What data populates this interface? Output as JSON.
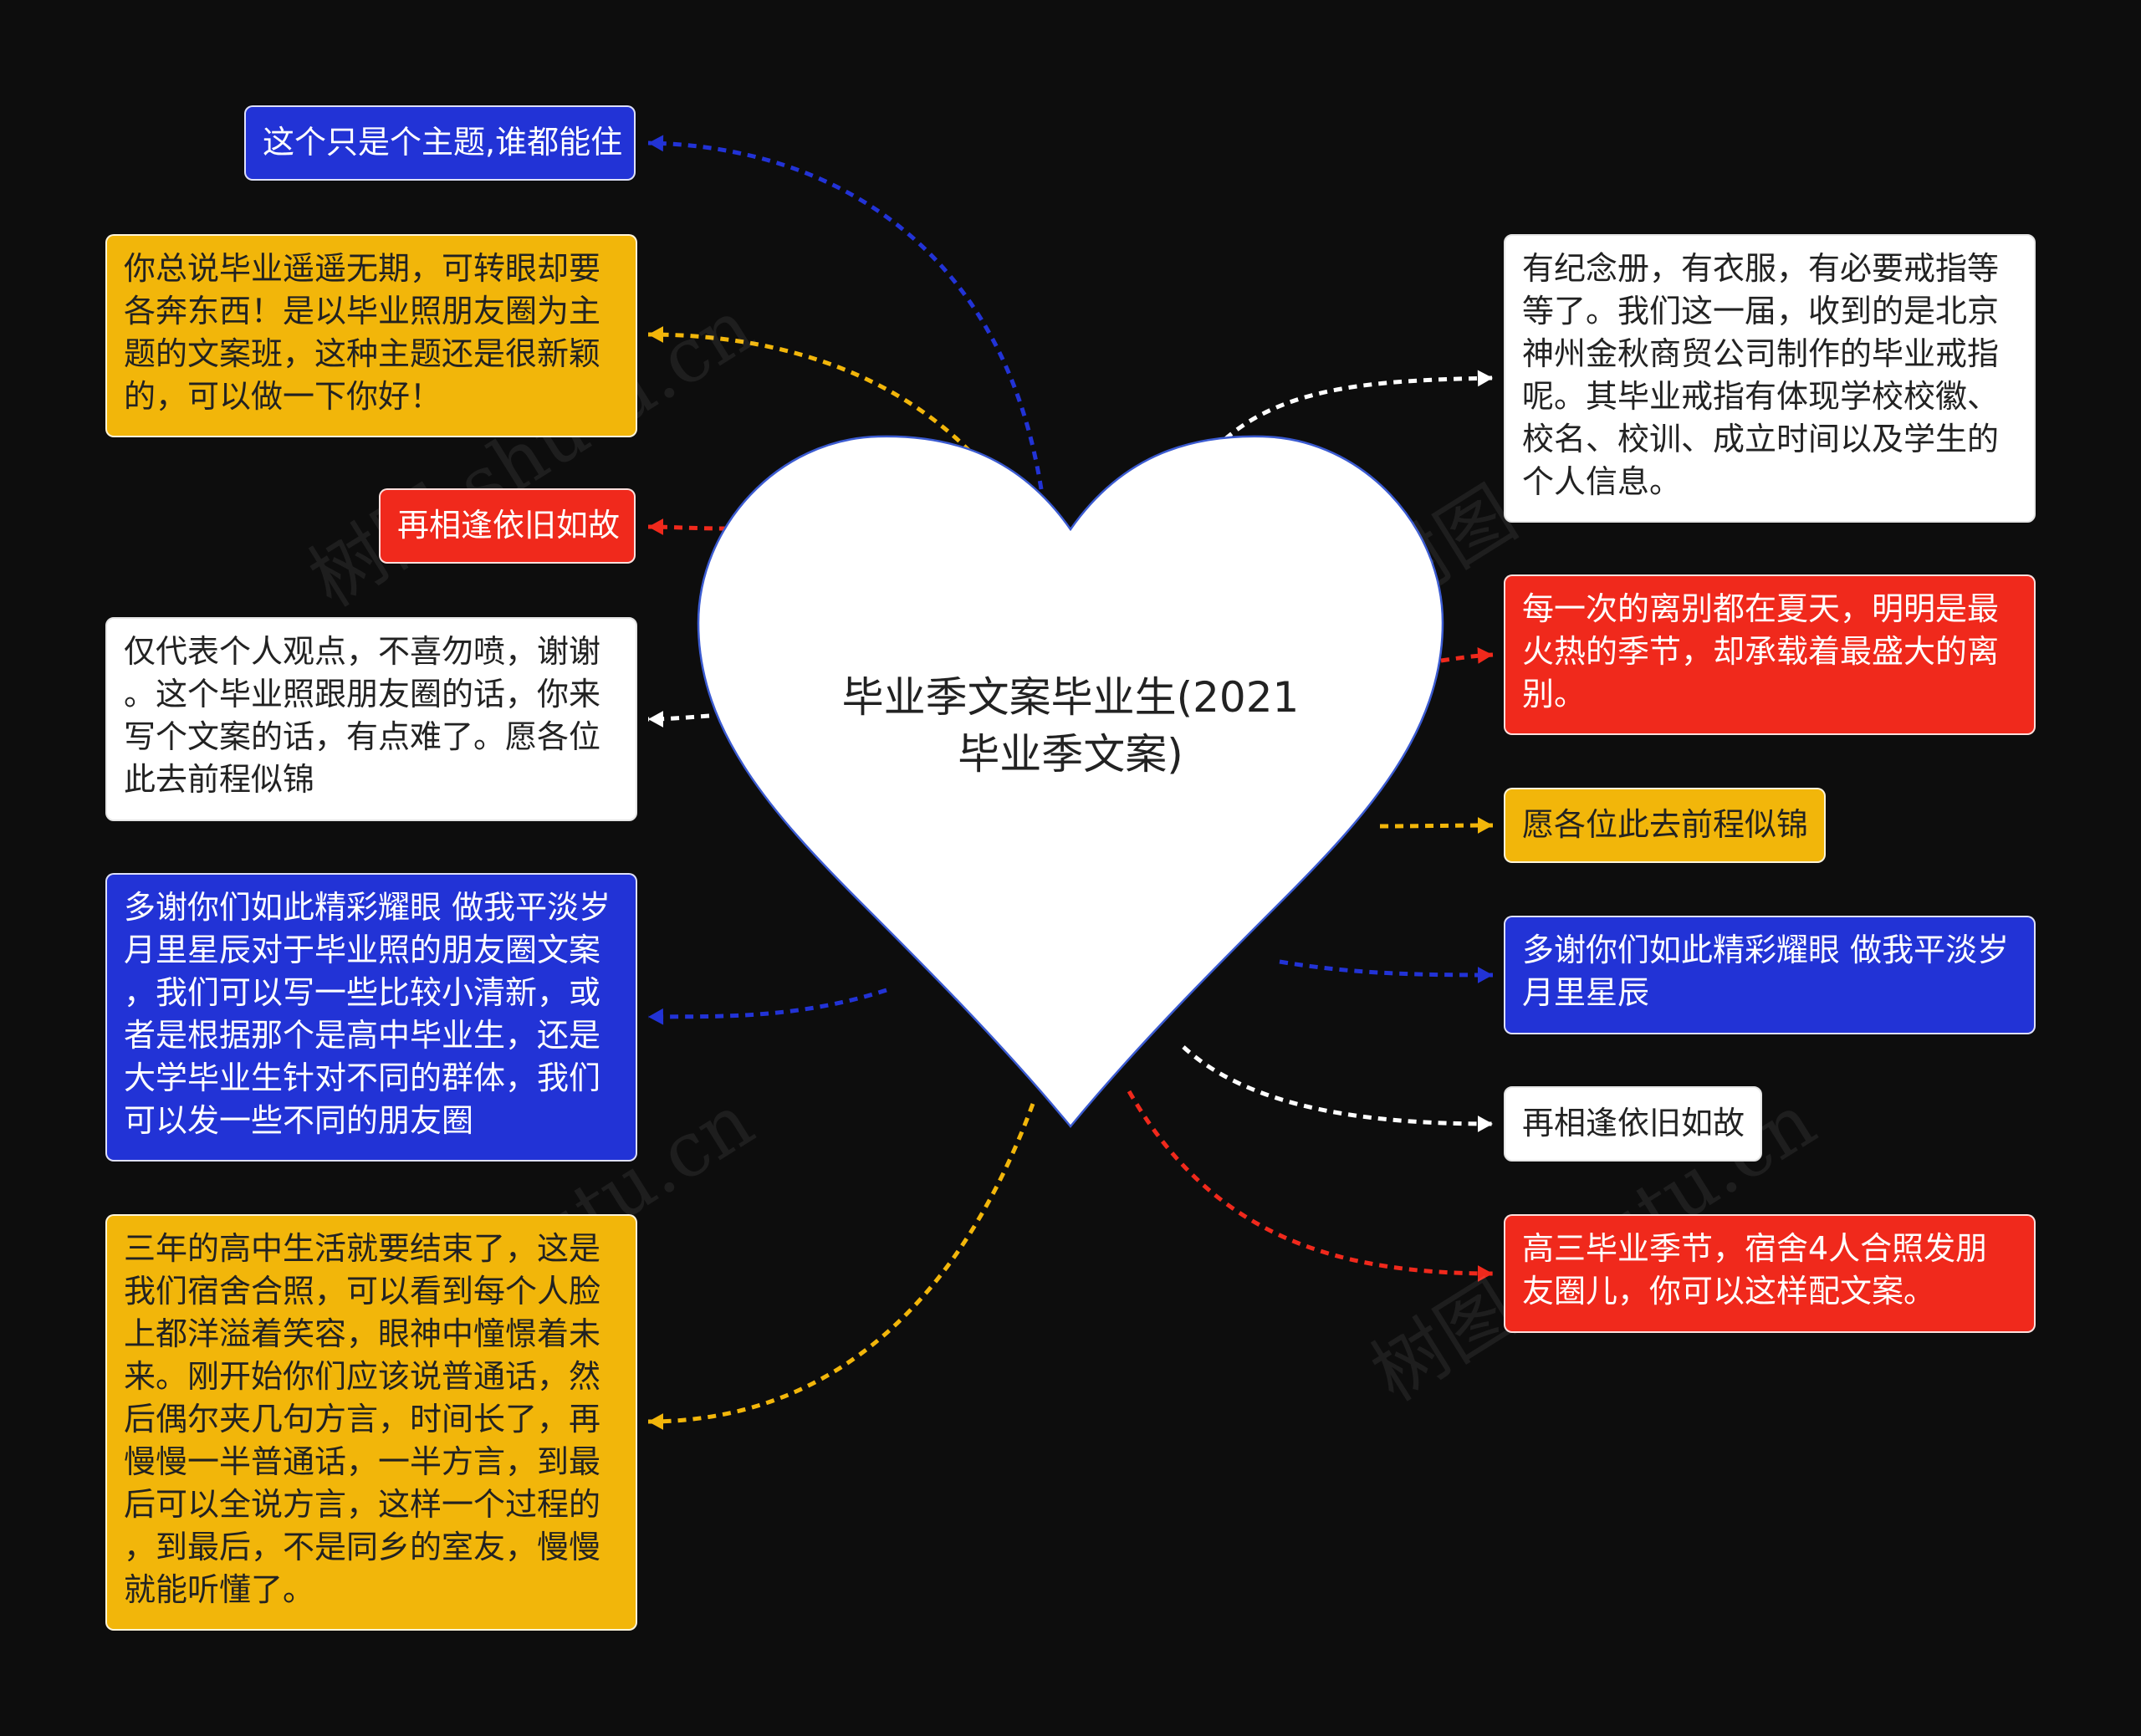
{
  "center": {
    "title": "毕业季文案毕业生(2021\n毕业季文案)"
  },
  "watermark": "树图 shutu.cn",
  "colors": {
    "blue": "#2233d6",
    "yellow": "#f2b60a",
    "red": "#f0291c",
    "white": "#ffffff",
    "background": "#0d0d0d"
  },
  "left_nodes": [
    {
      "id": "l1",
      "color": "blue",
      "text": "这个只是个主题,谁都能住"
    },
    {
      "id": "l2",
      "color": "yellow",
      "text": "你总说毕业遥遥无期，可转眼却要\n各奔东西！是以毕业照朋友圈为主\n题的文案班，这种主题还是很新颖\n的，可以做一下你好！"
    },
    {
      "id": "l3",
      "color": "red",
      "text": "再相逢依旧如故"
    },
    {
      "id": "l4",
      "color": "white",
      "text": "仅代表个人观点，不喜勿喷，谢谢\n。这个毕业照跟朋友圈的话，你来\n写个文案的话，有点难了。愿各位\n此去前程似锦"
    },
    {
      "id": "l5",
      "color": "blue",
      "text": "多谢你们如此精彩耀眼 做我平淡岁\n月里星辰对于毕业照的朋友圈文案\n，我们可以写一些比较小清新，或\n者是根据那个是高中毕业生，还是\n大学毕业生针对不同的群体，我们\n可以发一些不同的朋友圈"
    },
    {
      "id": "l6",
      "color": "yellow",
      "text": "三年的高中生活就要结束了，这是\n我们宿舍合照，可以看到每个人脸\n上都洋溢着笑容，眼神中憧憬着未\n来。刚开始你们应该说普通话，然\n后偶尔夹几句方言，时间长了，再\n慢慢一半普通话，一半方言，到最\n后可以全说方言，这样一个过程的\n，到最后，不是同乡的室友，慢慢\n就能听懂了。"
    }
  ],
  "right_nodes": [
    {
      "id": "r1",
      "color": "white",
      "text": "有纪念册，有衣服，有必要戒指等\n等了。我们这一届，收到的是北京\n神州金秋商贸公司制作的毕业戒指\n呢。其毕业戒指有体现学校校徽、\n校名、校训、成立时间以及学生的\n个人信息。"
    },
    {
      "id": "r2",
      "color": "red",
      "text": "每一次的离别都在夏天，明明是最\n火热的季节，却承载着最盛大的离\n别。"
    },
    {
      "id": "r3",
      "color": "yellow",
      "text": "愿各位此去前程似锦"
    },
    {
      "id": "r4",
      "color": "blue",
      "text": "多谢你们如此精彩耀眼 做我平淡岁\n月里星辰"
    },
    {
      "id": "r5",
      "color": "white",
      "text": "再相逢依旧如故"
    },
    {
      "id": "r6",
      "color": "red",
      "text": "高三毕业季节，宿舍4人合照发朋\n友圈儿，你可以这样配文案。"
    }
  ]
}
